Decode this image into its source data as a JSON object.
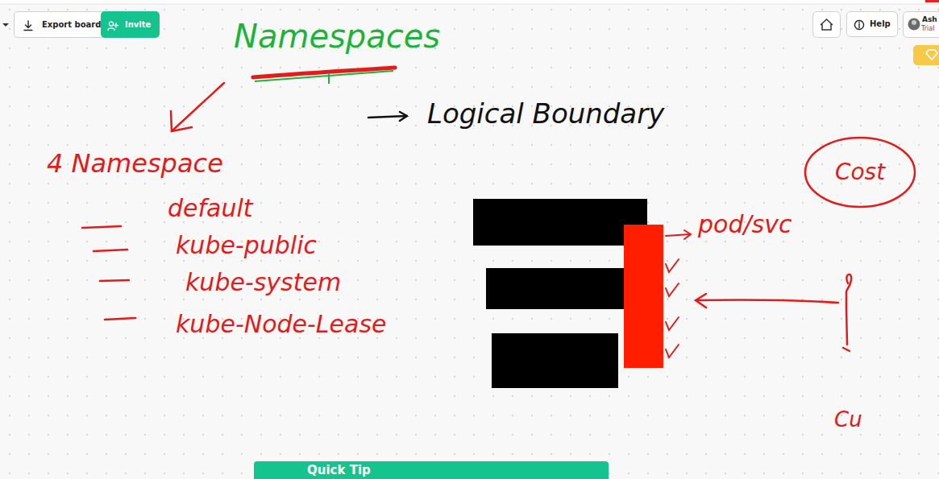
{
  "diagram": {
    "title": "Namespaces",
    "nodes": [
      {
        "text": [
          "Export board"
        ]
      },
      {
        "text": [
          "Invite"
        ]
      },
      {
        "text": [
          "Help"
        ]
      },
      {
        "text": [
          "Cost"
        ]
      },
      {
        "text": [
          "Quick Tip"
        ]
      }
    ],
    "labels": [
      "Logical Boundary",
      "4 Namespace",
      "default",
      "kube-public",
      "kube-system",
      "kube-Node-Lease",
      "pod/svc",
      "Cu",
      "Ash",
      "Trial"
    ]
  }
}
